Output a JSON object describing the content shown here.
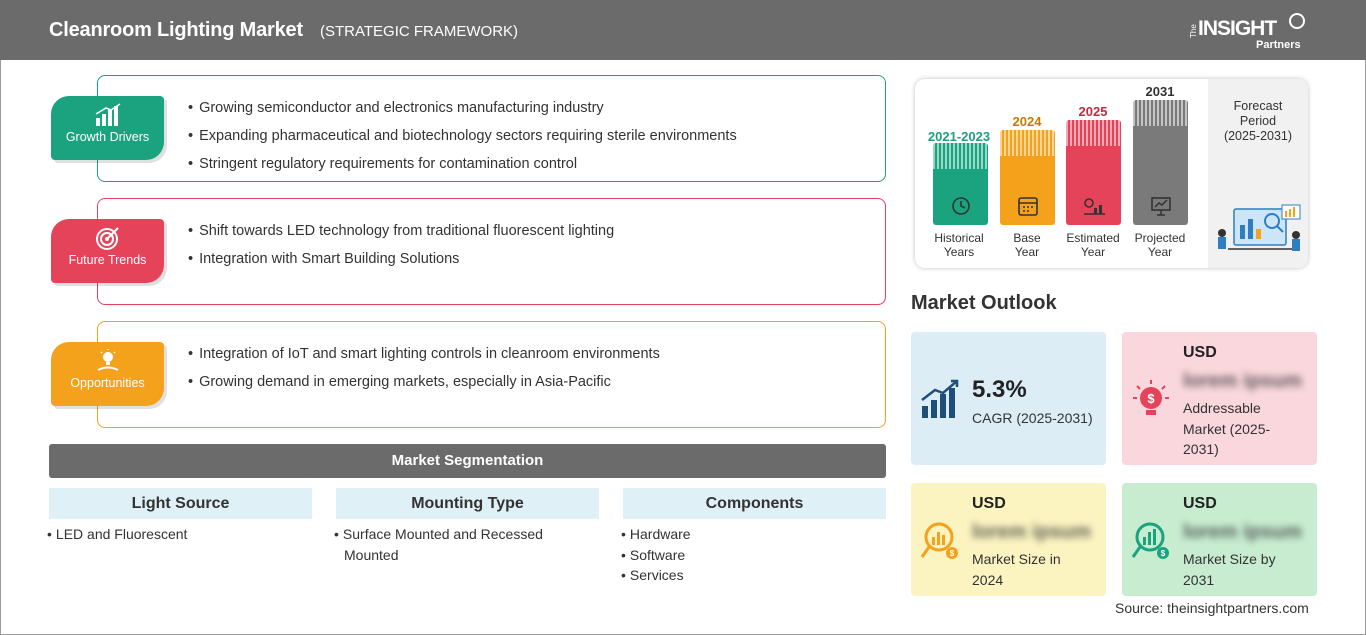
{
  "header": {
    "title": "Cleanroom Lighting Market",
    "subtitle": "(STRATEGIC FRAMEWORK)",
    "logo": {
      "the": "The",
      "brand": "INSIGHT",
      "partners": "Partners"
    }
  },
  "framework": {
    "growth_drivers": {
      "label": "Growth Drivers",
      "icon": "bar-growth-icon",
      "color": "#1aa37e",
      "items": [
        "Growing semiconductor and electronics manufacturing industry",
        "Expanding pharmaceutical and biotechnology sectors requiring sterile environments",
        "Stringent regulatory requirements for contamination control"
      ]
    },
    "future_trends": {
      "label": "Future Trends",
      "icon": "target-icon",
      "color": "#e5435a",
      "items": [
        "Shift towards LED technology from traditional fluorescent lighting",
        "Integration with Smart Building Solutions"
      ]
    },
    "opportunities": {
      "label": "Opportunities",
      "icon": "lightbulb-hand-icon",
      "color": "#f4a21c",
      "items": [
        "Integration of IoT and smart lighting controls in cleanroom environments",
        "Growing demand in emerging markets, especially in Asia-Pacific"
      ]
    }
  },
  "segmentation": {
    "title": "Market Segmentation",
    "columns": [
      {
        "heading": "Light Source",
        "items": [
          "LED and Fluorescent"
        ]
      },
      {
        "heading": "Mounting Type",
        "items": [
          "Surface Mounted and Recessed Mounted"
        ]
      },
      {
        "heading": "Components",
        "items": [
          "Hardware",
          "Software",
          "Services"
        ]
      }
    ]
  },
  "timeline": {
    "periods": [
      {
        "year": "2021-2023",
        "label_1": "Historical",
        "label_2": "Years",
        "color": "#1aa37e",
        "icon": "history-icon"
      },
      {
        "year": "2024",
        "label_1": "Base",
        "label_2": "Year",
        "color": "#f4a21c",
        "icon": "calendar-icon"
      },
      {
        "year": "2025",
        "label_1": "Estimated",
        "label_2": "Year",
        "color": "#e5435a",
        "icon": "gear-chart-icon"
      },
      {
        "year": "2031",
        "label_1": "Projected",
        "label_2": "Year",
        "color": "#7a7a7a",
        "icon": "presentation-icon"
      }
    ],
    "forecast": {
      "line_1": "Forecast",
      "line_2": "Period",
      "line_3": "(2025-2031)"
    }
  },
  "outlook": {
    "title": "Market Outlook",
    "cagr": {
      "value": "5.3%",
      "label": "CAGR (2025-2031)",
      "color": "#dcedf6",
      "icon": "bar-growth-icon"
    },
    "addressable": {
      "currency": "USD",
      "value": "lorem ipsum",
      "label": "Addressable Market (2025-2031)",
      "color": "#f9d7dc",
      "icon": "idea-dollar-icon"
    },
    "size_2024": {
      "currency": "USD",
      "value": "lorem ipsum",
      "label": "Market Size in 2024",
      "color": "#fbf3c0",
      "icon": "dollar-chart-icon"
    },
    "size_2031": {
      "currency": "USD",
      "value": "lorem ipsum",
      "label": "Market Size by 2031",
      "color": "#c7ecd0",
      "icon": "growth-dollar-icon"
    }
  },
  "source": "Source: theinsightpartners.com"
}
